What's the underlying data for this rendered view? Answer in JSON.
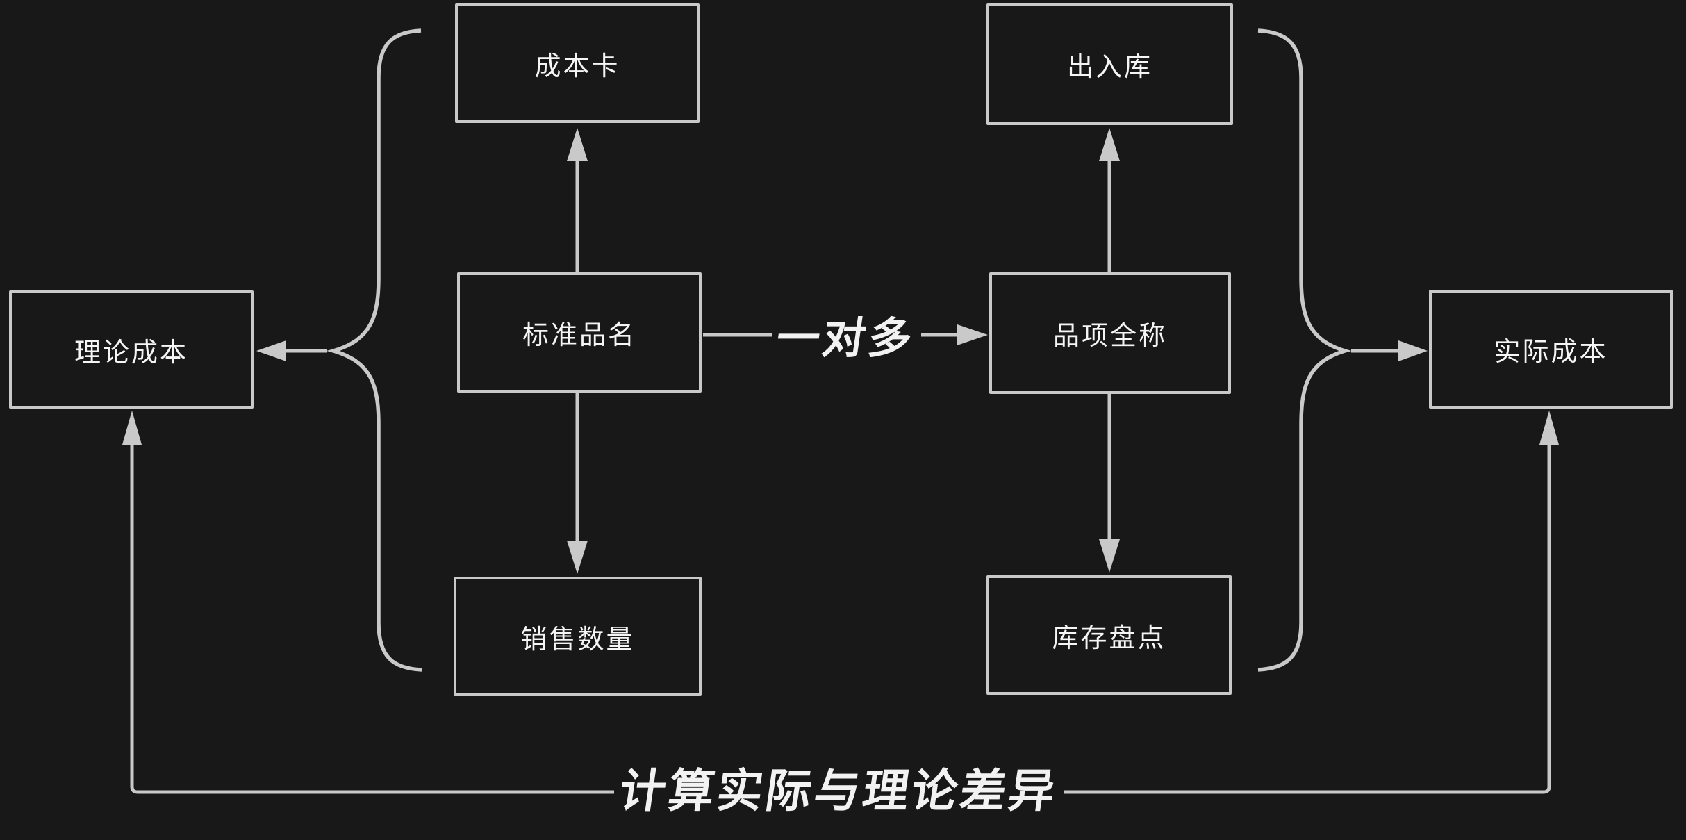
{
  "diagram": {
    "nodes": {
      "cost_card": {
        "label": "成本卡"
      },
      "in_out": {
        "label": "出入库"
      },
      "standard_name": {
        "label": "标准品名"
      },
      "item_full_name": {
        "label": "品项全称"
      },
      "theoretical_cost": {
        "label": "理论成本"
      },
      "actual_cost": {
        "label": "实际成本"
      },
      "sales_qty": {
        "label": "销售数量"
      },
      "inventory_count": {
        "label": "库存盘点"
      }
    },
    "edge_labels": {
      "one_to_many": "一对多",
      "difference": "计算实际与理论差异"
    },
    "colors": {
      "background": "#181818",
      "line": "#c9c9c9",
      "node_border": "#c9c9c9",
      "node_text": "#f5f5f5",
      "label_text": "#f2f2f2"
    }
  }
}
